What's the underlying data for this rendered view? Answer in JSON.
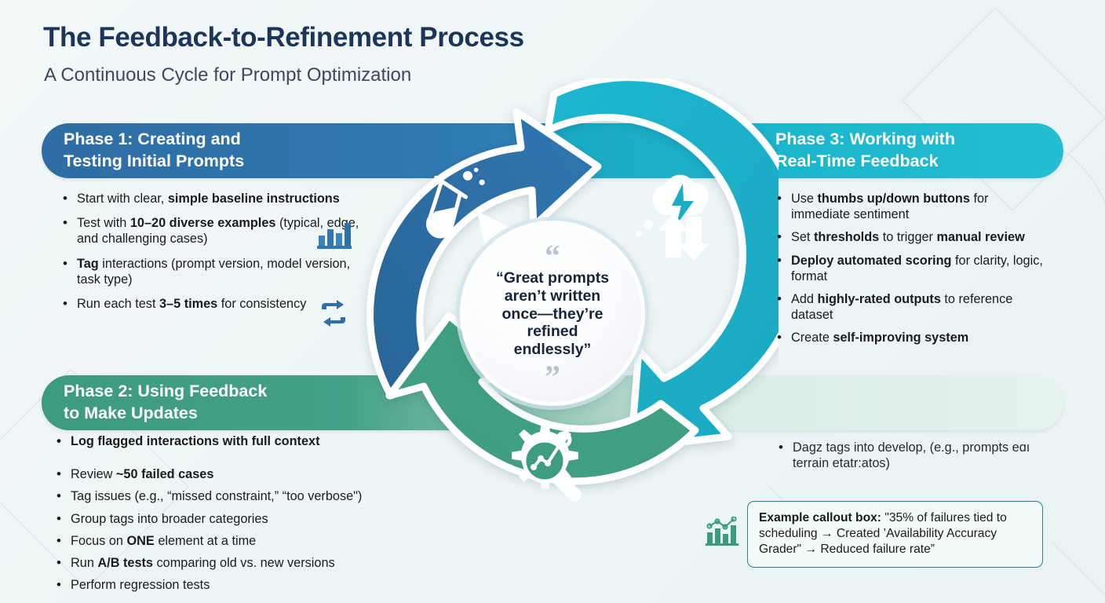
{
  "header": {
    "title": "The Feedback-to-Refinement Process",
    "subtitle": "A Continuous Cycle for Prompt Optimization"
  },
  "colors": {
    "phase1": "#2E6DA4",
    "phase2": "#3D9A80",
    "phase3": "#1DB7CE",
    "title": "#1D3557",
    "background": "#EEF5F6",
    "callout_border": "#2D7F86"
  },
  "phases": [
    {
      "id": "phase-1",
      "header_line1": "Phase 1: Creating and",
      "header_line2": "Testing Initial Prompts",
      "color": "#2E6DA4",
      "arc_icon": "test-tube-cursor-icon",
      "bullets": [
        {
          "parts": [
            {
              "t": "Start with clear, ",
              "b": false
            },
            {
              "t": "simple baseline instructions",
              "b": true
            }
          ]
        },
        {
          "parts": [
            {
              "t": "Test with ",
              "b": false
            },
            {
              "t": "10–20 diverse examples",
              "b": true
            },
            {
              "t": " (typical, edge, and challenging cases)",
              "b": false
            }
          ]
        },
        {
          "parts": [
            {
              "t": "Tag",
              "b": true
            },
            {
              "t": " interactions (prompt version, model version, task type)",
              "b": false
            }
          ]
        },
        {
          "parts": [
            {
              "t": "Run each test ",
              "b": false
            },
            {
              "t": "3–5 times",
              "b": true
            },
            {
              "t": " for consistency",
              "b": false
            }
          ]
        }
      ]
    },
    {
      "id": "phase-2",
      "header_line1": "Phase 2: Using Feedback",
      "header_line2": "to Make Updates",
      "color": "#3D9A80",
      "arc_icon": "gear-magnifier-icon",
      "bullets": [
        {
          "parts": [
            {
              "t": "Log flagged interactions",
              "b": true
            },
            {
              "t": " with ",
              "b": false
            },
            {
              "t": "full context",
              "b": true
            }
          ]
        },
        {
          "parts": [
            {
              "t": "Review ",
              "b": false
            },
            {
              "t": "~50 failed cases",
              "b": true
            }
          ]
        },
        {
          "parts": [
            {
              "t": "Tag issues (e.g., “missed constraint,” “too verbose\")",
              "b": false
            }
          ]
        },
        {
          "parts": [
            {
              "t": "Group tags into broader categories",
              "b": false
            }
          ]
        },
        {
          "parts": [
            {
              "t": "Focus on ",
              "b": false
            },
            {
              "t": "ONE",
              "b": true
            },
            {
              "t": " element at a time",
              "b": false
            }
          ]
        },
        {
          "parts": [
            {
              "t": "Run ",
              "b": false
            },
            {
              "t": "A/B tests",
              "b": true
            },
            {
              "t": " comparing old vs. new versions",
              "b": false
            }
          ]
        },
        {
          "parts": [
            {
              "t": "Perform regression tests",
              "b": false
            }
          ]
        }
      ],
      "right_bullets": [
        {
          "parts": [
            {
              "t": "Dagz tags into develop, (e.g., prompts eɑı terrain etatr:atos)",
              "b": false
            }
          ]
        }
      ]
    },
    {
      "id": "phase-3",
      "header_line1": "Phase 3: Working with",
      "header_line2": "Real-Time Feedback",
      "color": "#1DB7CE",
      "arc_icon": "cloud-lightning-arrows-icon",
      "bullets": [
        {
          "parts": [
            {
              "t": "Use ",
              "b": false
            },
            {
              "t": "thumbs up/down buttons",
              "b": true
            },
            {
              "t": " for immediate sentiment",
              "b": false
            }
          ]
        },
        {
          "parts": [
            {
              "t": "Set ",
              "b": false
            },
            {
              "t": "thresholds",
              "b": true
            },
            {
              "t": " to trigger ",
              "b": false
            },
            {
              "t": "manual review",
              "b": true
            }
          ]
        },
        {
          "parts": [
            {
              "t": "Deploy automated scoring",
              "b": true
            },
            {
              "t": " for clarity, logic, format",
              "b": false
            }
          ]
        },
        {
          "parts": [
            {
              "t": "Add ",
              "b": false
            },
            {
              "t": "highly-rated outputs",
              "b": true
            },
            {
              "t": " to reference dataset",
              "b": false
            }
          ]
        },
        {
          "parts": [
            {
              "t": "Create ",
              "b": false
            },
            {
              "t": "self-improving system",
              "b": true
            }
          ]
        }
      ]
    }
  ],
  "center": {
    "quote_open": "“",
    "quote_close": "”",
    "quote_text": "“Great prompts\naren’t written\nonce—they’re\nrefined\nendlessly”"
  },
  "callout": {
    "label": "Example callout box:",
    "body": " \"35% of failures tied to scheduling → Created ’Availability Accuracy Grader\" → Reduced failure rate”"
  },
  "accent_icons": [
    {
      "name": "bar-chart-icon",
      "color": "#3178ae"
    },
    {
      "name": "repeat-loop-icon",
      "color": "#2f6fa6"
    },
    {
      "name": "trend-bar-chart-icon",
      "color": "#3d9a80"
    }
  ]
}
